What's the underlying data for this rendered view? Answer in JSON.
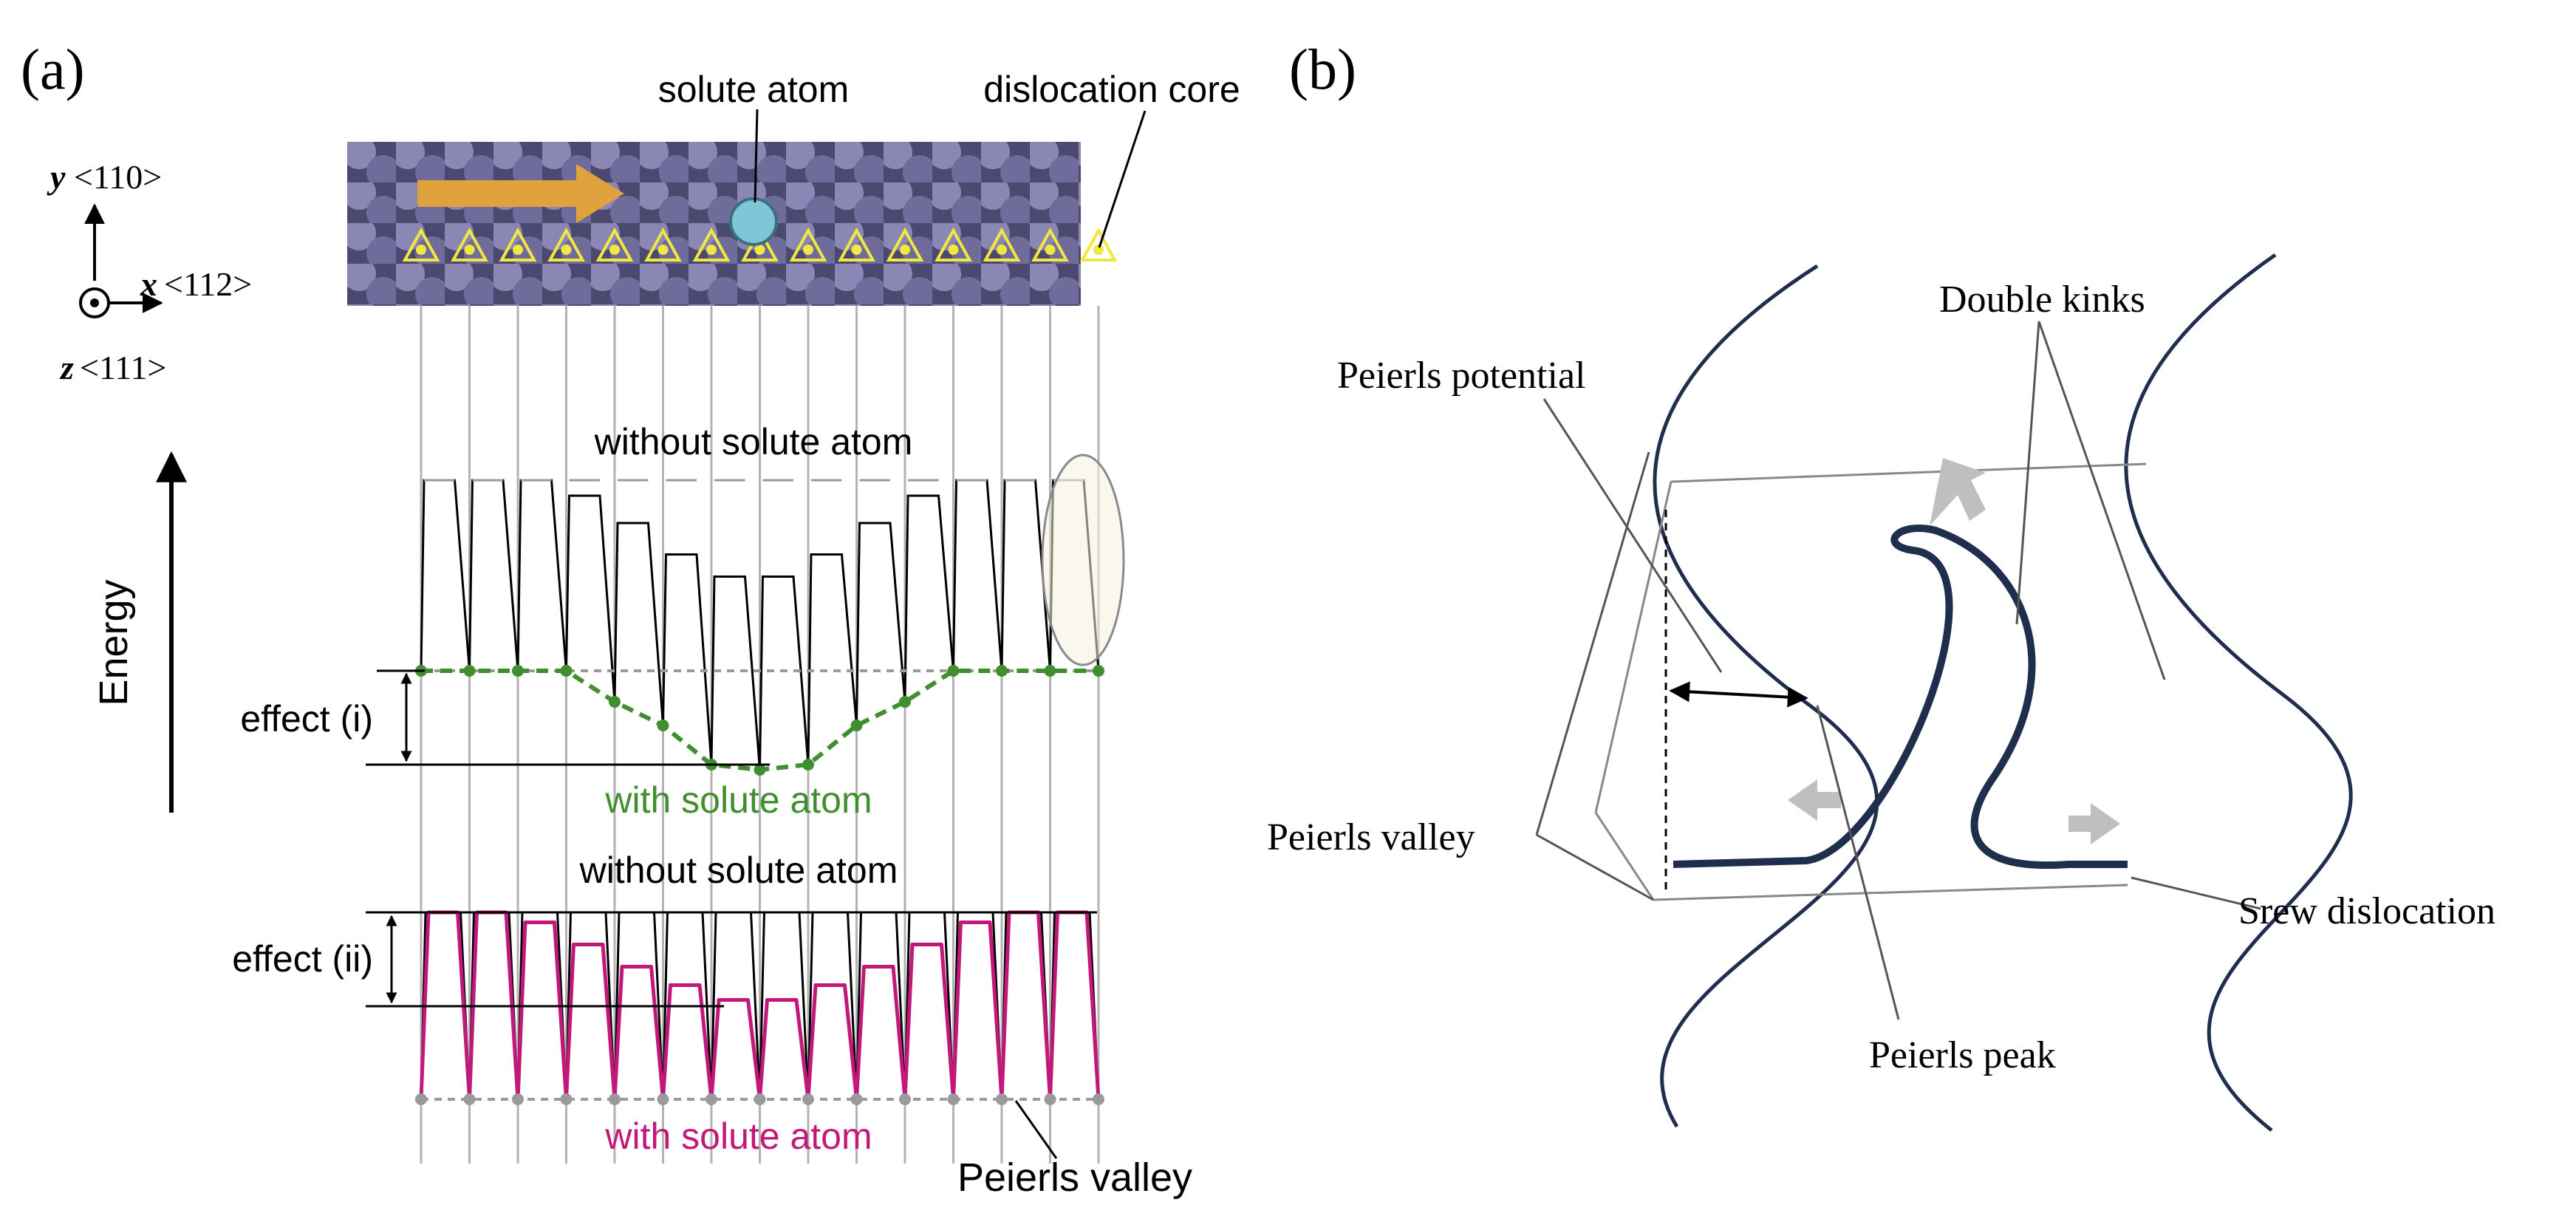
{
  "panel_a": {
    "panel_label": "(a)",
    "axes": {
      "y_symbol": "y",
      "y_dir": "<110>",
      "x_symbol": "x",
      "x_dir": "<112>",
      "z_symbol": "z",
      "z_dir": "<111>"
    },
    "labels": {
      "solute_atom": "solute atom",
      "dislocation_core": "dislocation core",
      "energy": "Energy",
      "without_solute_top": "without solute atom",
      "with_solute_top": "with solute atom",
      "effect_i": "effect (i)",
      "without_solute_bottom": "without solute atom",
      "with_solute_bottom": "with solute atom",
      "effect_ii": "effect (ii)",
      "peierls_valley": "Peierls valley"
    },
    "colors": {
      "lattice_atom": "#7b78a8",
      "lattice_bg": "#4b4970",
      "arrow": "#e0a23c",
      "solute": "#7cc6d6",
      "core_triangle": "#f2e640",
      "effect_i_line": "#3f8f2e",
      "effect_ii_line": "#c2187a",
      "grid_line": "#b3b3b3"
    },
    "num_sites": 15
  },
  "panel_b": {
    "panel_label": "(b)",
    "labels": {
      "double_kinks": "Double kinks",
      "peierls_potential": "Peierls potential",
      "peierls_valley": "Peierls valley",
      "peierls_peak": "Peierls peak",
      "screw_dislocation": "Srew dislocation"
    },
    "colors": {
      "curve": "#1f2e4d",
      "thin_line": "#7a7a7a",
      "motion_arrow": "#bfbfbf"
    }
  }
}
